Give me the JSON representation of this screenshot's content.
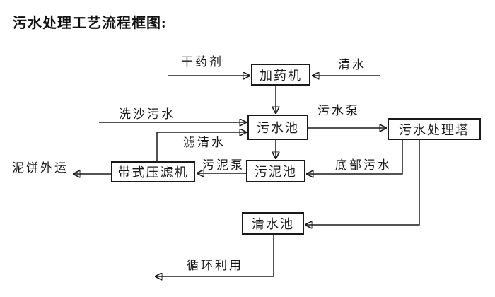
{
  "title": "污水处理工艺流程框图:",
  "nodes": {
    "dosing_machine": "加药机",
    "sewage_pool": "污水池",
    "treatment_tower": "污水处理塔",
    "sludge_pool": "污泥池",
    "belt_filter_press": "带式压滤机",
    "clean_water_pool": "清水池"
  },
  "labels": {
    "dry_chemical": "干药剂",
    "clean_water": "清水",
    "sand_washing_sewage": "洗沙污水",
    "sewage_pump": "污水泵",
    "filtered_water": "滤清水",
    "mud_cake_out": "泥饼外运",
    "sludge_pump": "污泥泵",
    "bottom_sewage": "底部污水",
    "recycle": "循环利用"
  },
  "flows": [
    {
      "from": "干药剂",
      "to": "加药机"
    },
    {
      "from": "清水",
      "to": "加药机"
    },
    {
      "from": "加药机",
      "to": "污水池"
    },
    {
      "from": "洗沙污水",
      "to": "污水池"
    },
    {
      "from": "带式压滤机",
      "to": "污水池",
      "via": "滤清水"
    },
    {
      "from": "污水池",
      "to": "污水处理塔",
      "via": "污水泵"
    },
    {
      "from": "污水池",
      "to": "污泥池"
    },
    {
      "from": "污水处理塔",
      "to": "污泥池",
      "via": "底部污水"
    },
    {
      "from": "污泥池",
      "to": "带式压滤机",
      "via": "污泥泵"
    },
    {
      "from": "带式压滤机",
      "to": "泥饼外运"
    },
    {
      "from": "污水处理塔",
      "to": "清水池"
    },
    {
      "from": "清水池",
      "to": "循环利用"
    }
  ],
  "colors": {
    "line": "#1a1a1a",
    "box_border": "#1a1a1a",
    "box_fill": "#ffffff",
    "background": "#ffffff",
    "text": "#111111"
  }
}
